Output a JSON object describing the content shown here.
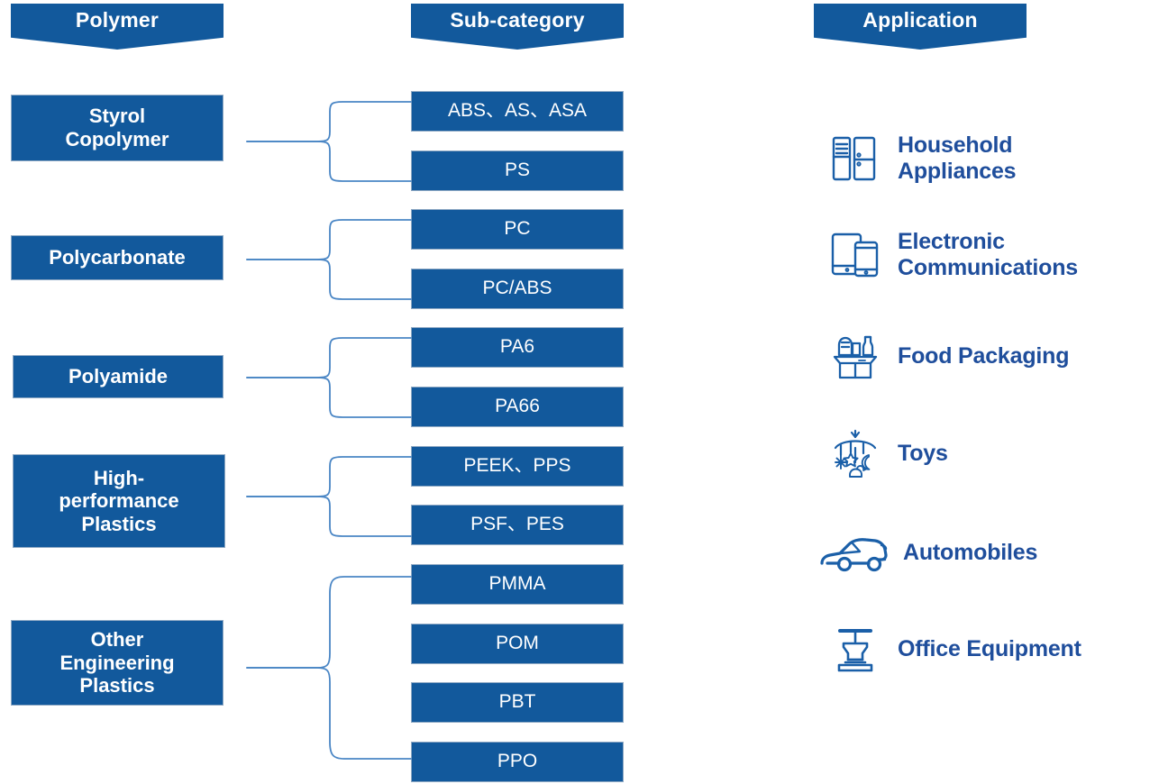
{
  "columns": [
    {
      "id": "polymer",
      "title": "Polymer"
    },
    {
      "id": "sub-category",
      "title": "Sub-category"
    },
    {
      "id": "application",
      "title": "Application"
    }
  ],
  "theme": {
    "box_fill": "#12599C",
    "box_border": "#8FA9C4",
    "box_text": "#FFFFFF",
    "brace_stroke": "#4A86C5",
    "app_text": "#1F4E9C",
    "icon_stroke": "#1A5FA8",
    "background": "#FFFFFF"
  },
  "groups": [
    {
      "polymer": "Styrol\nCopolymer",
      "subcategories": [
        "ABS、AS、ASA",
        "PS"
      ]
    },
    {
      "polymer": "Polycarbonate",
      "subcategories": [
        "PC",
        "PC/ABS"
      ]
    },
    {
      "polymer": "Polyamide",
      "subcategories": [
        "PA6",
        "PA66"
      ]
    },
    {
      "polymer": "High-\nperformance\nPlastics",
      "subcategories": [
        "PEEK、PPS",
        "PSF、PES"
      ]
    },
    {
      "polymer": "Other\nEngineering\nPlastics",
      "subcategories": [
        "PMMA",
        "POM",
        "PBT",
        "PPO"
      ]
    }
  ],
  "applications": [
    {
      "icon": "household-appliances-icon",
      "label": "Household\nAppliances"
    },
    {
      "icon": "electronic-communications-icon",
      "label": "Electronic\nCommunications"
    },
    {
      "icon": "food-packaging-icon",
      "label": "Food Packaging"
    },
    {
      "icon": "toys-icon",
      "label": "Toys"
    },
    {
      "icon": "automobiles-icon",
      "label": "Automobiles"
    },
    {
      "icon": "office-equipment-icon",
      "label": "Office Equipment"
    }
  ]
}
